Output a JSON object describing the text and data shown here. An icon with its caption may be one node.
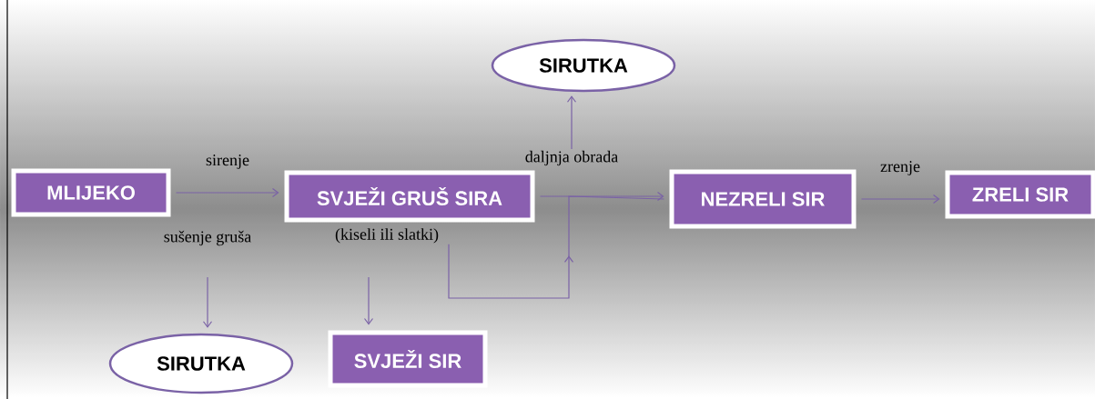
{
  "diagram": {
    "nodes": [
      {
        "text": [
          "MLIJEKO"
        ]
      },
      {
        "text": [
          "SVJEŽI GRUŠ SIRA"
        ],
        "beside": [
          "(kiseli ili slatki)"
        ]
      },
      {
        "text": [
          "NEZRELI SIR"
        ]
      },
      {
        "text": [
          "ZRELI SIR"
        ]
      },
      {
        "text": [
          "SIRUTKA"
        ]
      },
      {
        "text": [
          "SIRUTKA"
        ]
      },
      {
        "text": [
          "SVJEŽI SIR"
        ]
      }
    ],
    "edges": [
      {
        "from": 0,
        "to": 1,
        "arrow": "to",
        "label": "sirenje"
      },
      {
        "from": 1,
        "to": 2,
        "arrow": "to"
      },
      {
        "from": 2,
        "to": 3,
        "arrow": "to",
        "label": "zrenje"
      },
      {
        "from": 1,
        "to": 4,
        "arrow": "to",
        "label": "daljnja obrada"
      },
      {
        "from": null,
        "to": 5,
        "arrow": "to",
        "label": "sušenje gruša"
      },
      {
        "from": null,
        "to": 6,
        "arrow": "to"
      },
      {
        "from": 1,
        "to": 2,
        "arrow": "to"
      }
    ]
  }
}
